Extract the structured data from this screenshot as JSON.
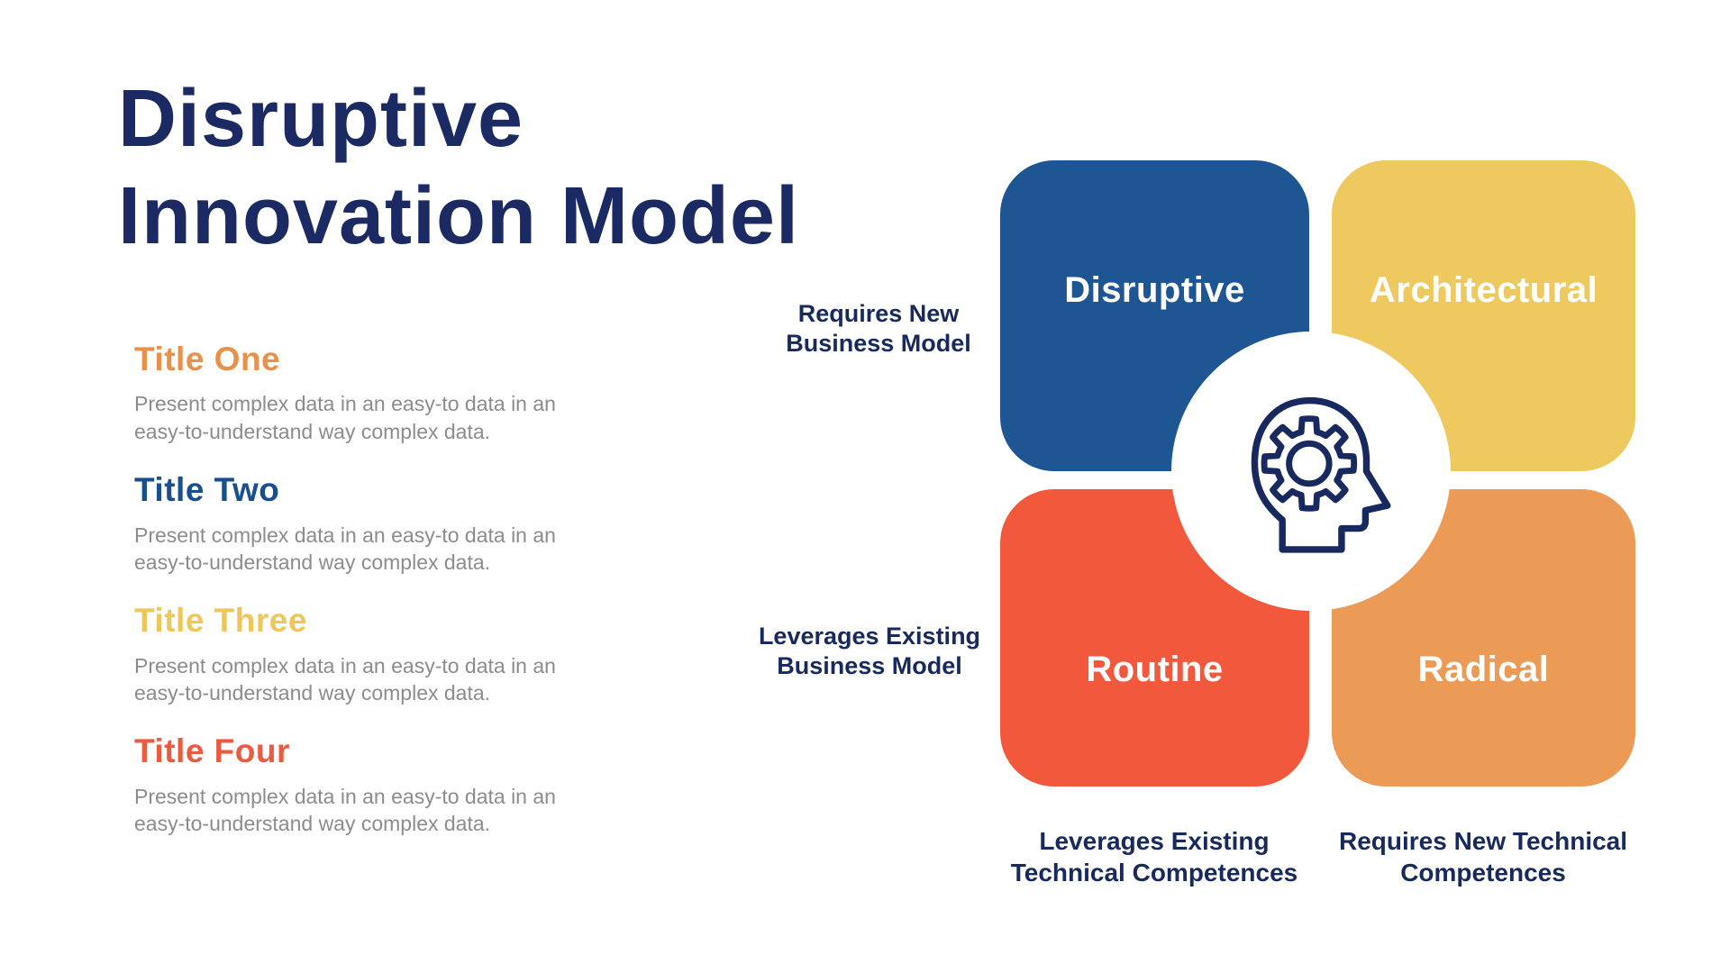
{
  "slide": {
    "title": "Disruptive Innovation Model"
  },
  "sections": [
    {
      "title": "Title One",
      "color": "#E8914A",
      "body": "Present complex data in an easy-to data in an easy-to-understand way complex data."
    },
    {
      "title": "Title Two",
      "color": "#1A4F8E",
      "body": "Present complex data in an easy-to data in an easy-to-understand way complex data."
    },
    {
      "title": "Title Three",
      "color": "#EDC75C",
      "body": "Present complex data in an easy-to data in an easy-to-understand way complex data."
    },
    {
      "title": "Title Four",
      "color": "#E95C42",
      "body": "Present complex data in an easy-to data in an easy-to-understand way complex data."
    }
  ],
  "diagram": {
    "quadrants": [
      {
        "label": "Disruptive",
        "color": "#1D5693"
      },
      {
        "label": "Architectural",
        "color": "#EDC95F"
      },
      {
        "label": "Routine",
        "color": "#F1583C"
      },
      {
        "label": "Radical",
        "color": "#EB9B56"
      }
    ],
    "row_labels": [
      {
        "line1": "Requires New",
        "line2": "Business Model"
      },
      {
        "line1": "Leverages Existing",
        "line2": "Business Model"
      }
    ],
    "column_labels": [
      {
        "line1": "Leverages Existing",
        "line2": "Technical Competences"
      },
      {
        "line1": "Requires New Technical",
        "line2": "Competences"
      }
    ],
    "center_icon": "head-gear-icon"
  },
  "colors": {
    "title_navy": "#1B2A63",
    "label_navy": "#182A5C",
    "body_gray": "#8C8C8C",
    "background": "#FFFFFF",
    "icon_stroke": "#17295E"
  }
}
